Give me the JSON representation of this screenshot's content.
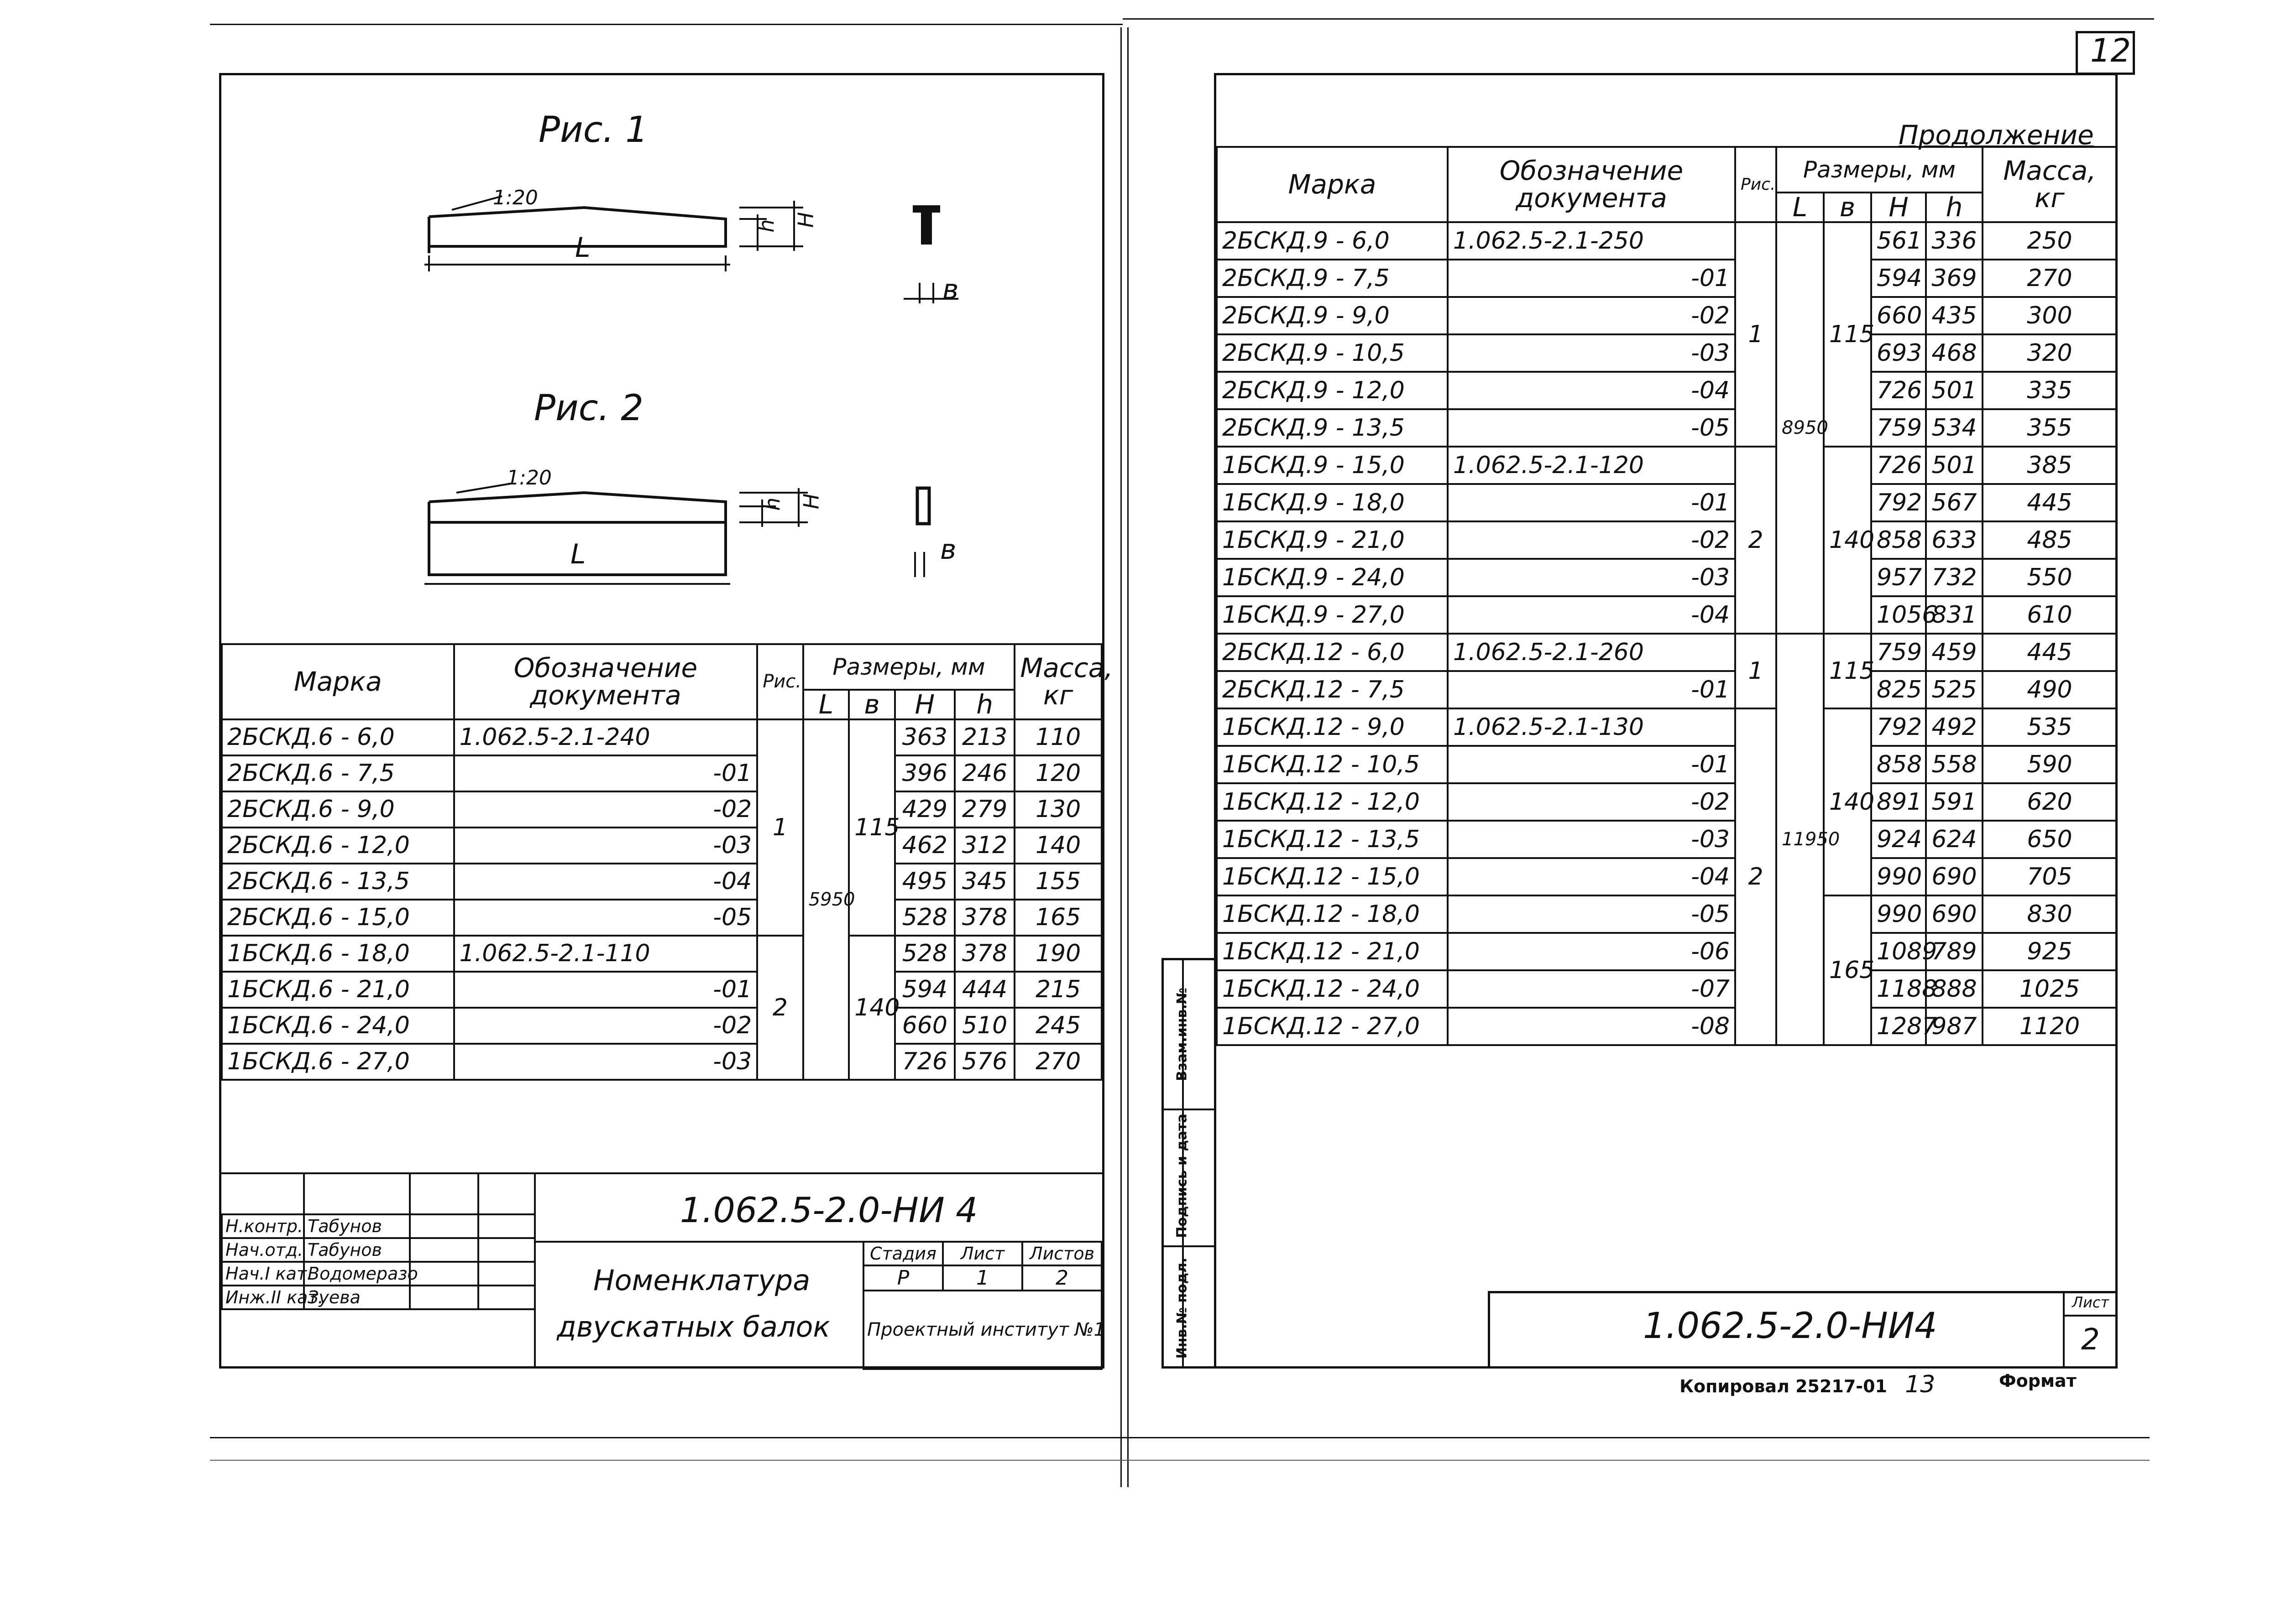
{
  "sheet": {
    "page_number": "12",
    "continuation": "Продолжение",
    "copied_note": "Копировал 25217-01",
    "copied_num": "13",
    "format_label": "Формат"
  },
  "figures": {
    "fig1_title": "Рис. 1",
    "fig2_title": "Рис. 2",
    "slope": "1:20",
    "L": "L",
    "H": "H",
    "h": "h",
    "b": "в"
  },
  "headers": {
    "mark": "Марка",
    "designation": "Обозначение документа",
    "fig": "Рис.",
    "dims": "Размеры, мм",
    "L": "L",
    "b": "в",
    "H": "H",
    "h": "h",
    "mass": "Масса, кг"
  },
  "left_table": {
    "rows": [
      {
        "mark": "2БСКД.6 - 6,0",
        "doc": "1.062.5-2.1-240",
        "H": "363",
        "h": "213",
        "mass": "110"
      },
      {
        "mark": "2БСКД.6 - 7,5",
        "doc": "-01",
        "H": "396",
        "h": "246",
        "mass": "120"
      },
      {
        "mark": "2БСКД.6 - 9,0",
        "doc": "-02",
        "H": "429",
        "h": "279",
        "mass": "130"
      },
      {
        "mark": "2БСКД.6 - 12,0",
        "doc": "-03",
        "H": "462",
        "h": "312",
        "mass": "140"
      },
      {
        "mark": "2БСКД.6 - 13,5",
        "doc": "-04",
        "H": "495",
        "h": "345",
        "mass": "155"
      },
      {
        "mark": "2БСКД.6 - 15,0",
        "doc": "-05",
        "H": "528",
        "h": "378",
        "mass": "165"
      },
      {
        "mark": "1БСКД.6 - 18,0",
        "doc": "1.062.5-2.1-110",
        "H": "528",
        "h": "378",
        "mass": "190"
      },
      {
        "mark": "1БСКД.6 - 21,0",
        "doc": "-01",
        "H": "594",
        "h": "444",
        "mass": "215"
      },
      {
        "mark": "1БСКД.6 - 24,0",
        "doc": "-02",
        "H": "660",
        "h": "510",
        "mass": "245"
      },
      {
        "mark": "1БСКД.6 - 27,0",
        "doc": "-03",
        "H": "726",
        "h": "576",
        "mass": "270"
      }
    ],
    "fig_1": "1",
    "fig_2": "2",
    "L_val": "5950",
    "b_1": "115",
    "b_2": "140"
  },
  "right_table": {
    "rows": [
      {
        "mark": "2БСКД.9 - 6,0",
        "doc": "1.062.5-2.1-250",
        "H": "561",
        "h": "336",
        "mass": "250"
      },
      {
        "mark": "2БСКД.9 - 7,5",
        "doc": "-01",
        "H": "594",
        "h": "369",
        "mass": "270"
      },
      {
        "mark": "2БСКД.9 - 9,0",
        "doc": "-02",
        "H": "660",
        "h": "435",
        "mass": "300"
      },
      {
        "mark": "2БСКД.9 - 10,5",
        "doc": "-03",
        "H": "693",
        "h": "468",
        "mass": "320"
      },
      {
        "mark": "2БСКД.9 - 12,0",
        "doc": "-04",
        "H": "726",
        "h": "501",
        "mass": "335"
      },
      {
        "mark": "2БСКД.9 - 13,5",
        "doc": "-05",
        "H": "759",
        "h": "534",
        "mass": "355"
      },
      {
        "mark": "1БСКД.9 - 15,0",
        "doc": "1.062.5-2.1-120",
        "H": "726",
        "h": "501",
        "mass": "385"
      },
      {
        "mark": "1БСКД.9 - 18,0",
        "doc": "-01",
        "H": "792",
        "h": "567",
        "mass": "445"
      },
      {
        "mark": "1БСКД.9 - 21,0",
        "doc": "-02",
        "H": "858",
        "h": "633",
        "mass": "485"
      },
      {
        "mark": "1БСКД.9 - 24,0",
        "doc": "-03",
        "H": "957",
        "h": "732",
        "mass": "550"
      },
      {
        "mark": "1БСКД.9 - 27,0",
        "doc": "-04",
        "H": "1056",
        "h": "831",
        "mass": "610"
      },
      {
        "mark": "2БСКД.12 - 6,0",
        "doc": "1.062.5-2.1-260",
        "H": "759",
        "h": "459",
        "mass": "445"
      },
      {
        "mark": "2БСКД.12 - 7,5",
        "doc": "-01",
        "H": "825",
        "h": "525",
        "mass": "490"
      },
      {
        "mark": "1БСКД.12 - 9,0",
        "doc": "1.062.5-2.1-130",
        "H": "792",
        "h": "492",
        "mass": "535"
      },
      {
        "mark": "1БСКД.12 - 10,5",
        "doc": "-01",
        "H": "858",
        "h": "558",
        "mass": "590"
      },
      {
        "mark": "1БСКД.12 - 12,0",
        "doc": "-02",
        "H": "891",
        "h": "591",
        "mass": "620"
      },
      {
        "mark": "1БСКД.12 - 13,5",
        "doc": "-03",
        "H": "924",
        "h": "624",
        "mass": "650"
      },
      {
        "mark": "1БСКД.12 - 15,0",
        "doc": "-04",
        "H": "990",
        "h": "690",
        "mass": "705"
      },
      {
        "mark": "1БСКД.12 - 18,0",
        "doc": "-05",
        "H": "990",
        "h": "690",
        "mass": "830"
      },
      {
        "mark": "1БСКД.12 - 21,0",
        "doc": "-06",
        "H": "1089",
        "h": "789",
        "mass": "925"
      },
      {
        "mark": "1БСКД.12 - 24,0",
        "doc": "-07",
        "H": "1188",
        "h": "888",
        "mass": "1025"
      },
      {
        "mark": "1БСКД.12 - 27,0",
        "doc": "-08",
        "H": "1287",
        "h": "987",
        "mass": "1120"
      }
    ],
    "fig_a": "1",
    "fig_b": "2",
    "fig_c": "1",
    "fig_d": "2",
    "L_1": "8950",
    "L_2": "11950",
    "b_a": "115",
    "b_b": "140",
    "b_c": "115",
    "b_d": "140",
    "b_e": "165"
  },
  "title_block_left": {
    "doc_code": "1.062.5-2.0-НИ 4",
    "title_line1": "Номенклатура",
    "title_line2": "двускатных балок",
    "stage_label": "Стадия",
    "sheet_label": "Лист",
    "sheets_label": "Листов",
    "stage": "Р",
    "sheet": "1",
    "sheets": "2",
    "org": "Проектный институт №1",
    "people": [
      {
        "role": "Н.контр.",
        "name": "Табунов"
      },
      {
        "role": "Нач.отд.",
        "name": "Табунов"
      },
      {
        "role": "Нач.I кат.",
        "name": "Водомеразо"
      },
      {
        "role": "Инж.II кат.",
        "name": "Зуева"
      }
    ]
  },
  "title_block_right": {
    "doc_code": "1.062.5-2.0-НИ4",
    "sheet_label": "Лист",
    "sheet": "2"
  },
  "side_strip": {
    "inv_replace": "Взам.инв.№",
    "sign_date": "Подпись и дата",
    "inv_orig": "Инв.№ подл."
  }
}
